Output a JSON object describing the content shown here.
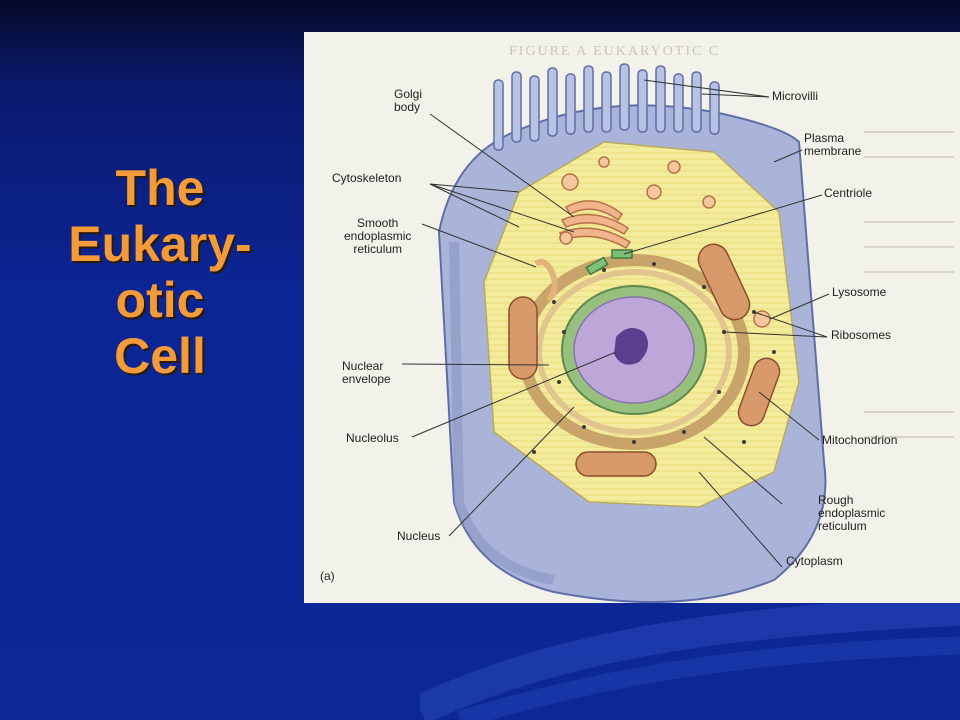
{
  "slide": {
    "title_lines": [
      "The",
      "Eukary-",
      "otic",
      "Cell"
    ],
    "title_color": "#f39a3a",
    "background_color": "#0c2594"
  },
  "diagram": {
    "figure_label": "(a)",
    "background_heading": "FIGURE A EUKARYOTIC C",
    "labels": {
      "golgi": [
        "Golgi",
        "body"
      ],
      "cytoskeleton": "Cytoskeleton",
      "smooth_er": [
        "Smooth",
        "endoplasmic",
        "reticulum"
      ],
      "nuclear_envelope": [
        "Nuclear",
        "envelope"
      ],
      "nucleolus": "Nucleolus",
      "nucleus": "Nucleus",
      "microvilli": "Microvilli",
      "plasma_membrane": [
        "Plasma",
        "membrane"
      ],
      "centriole": "Centriole",
      "lysosome": "Lysosome",
      "ribosomes": "Ribosomes",
      "mitochondrion": "Mitochondrion",
      "rough_er": [
        "Rough",
        "endoplasmic",
        "reticulum"
      ],
      "cytoplasm": "Cytoplasm"
    }
  }
}
